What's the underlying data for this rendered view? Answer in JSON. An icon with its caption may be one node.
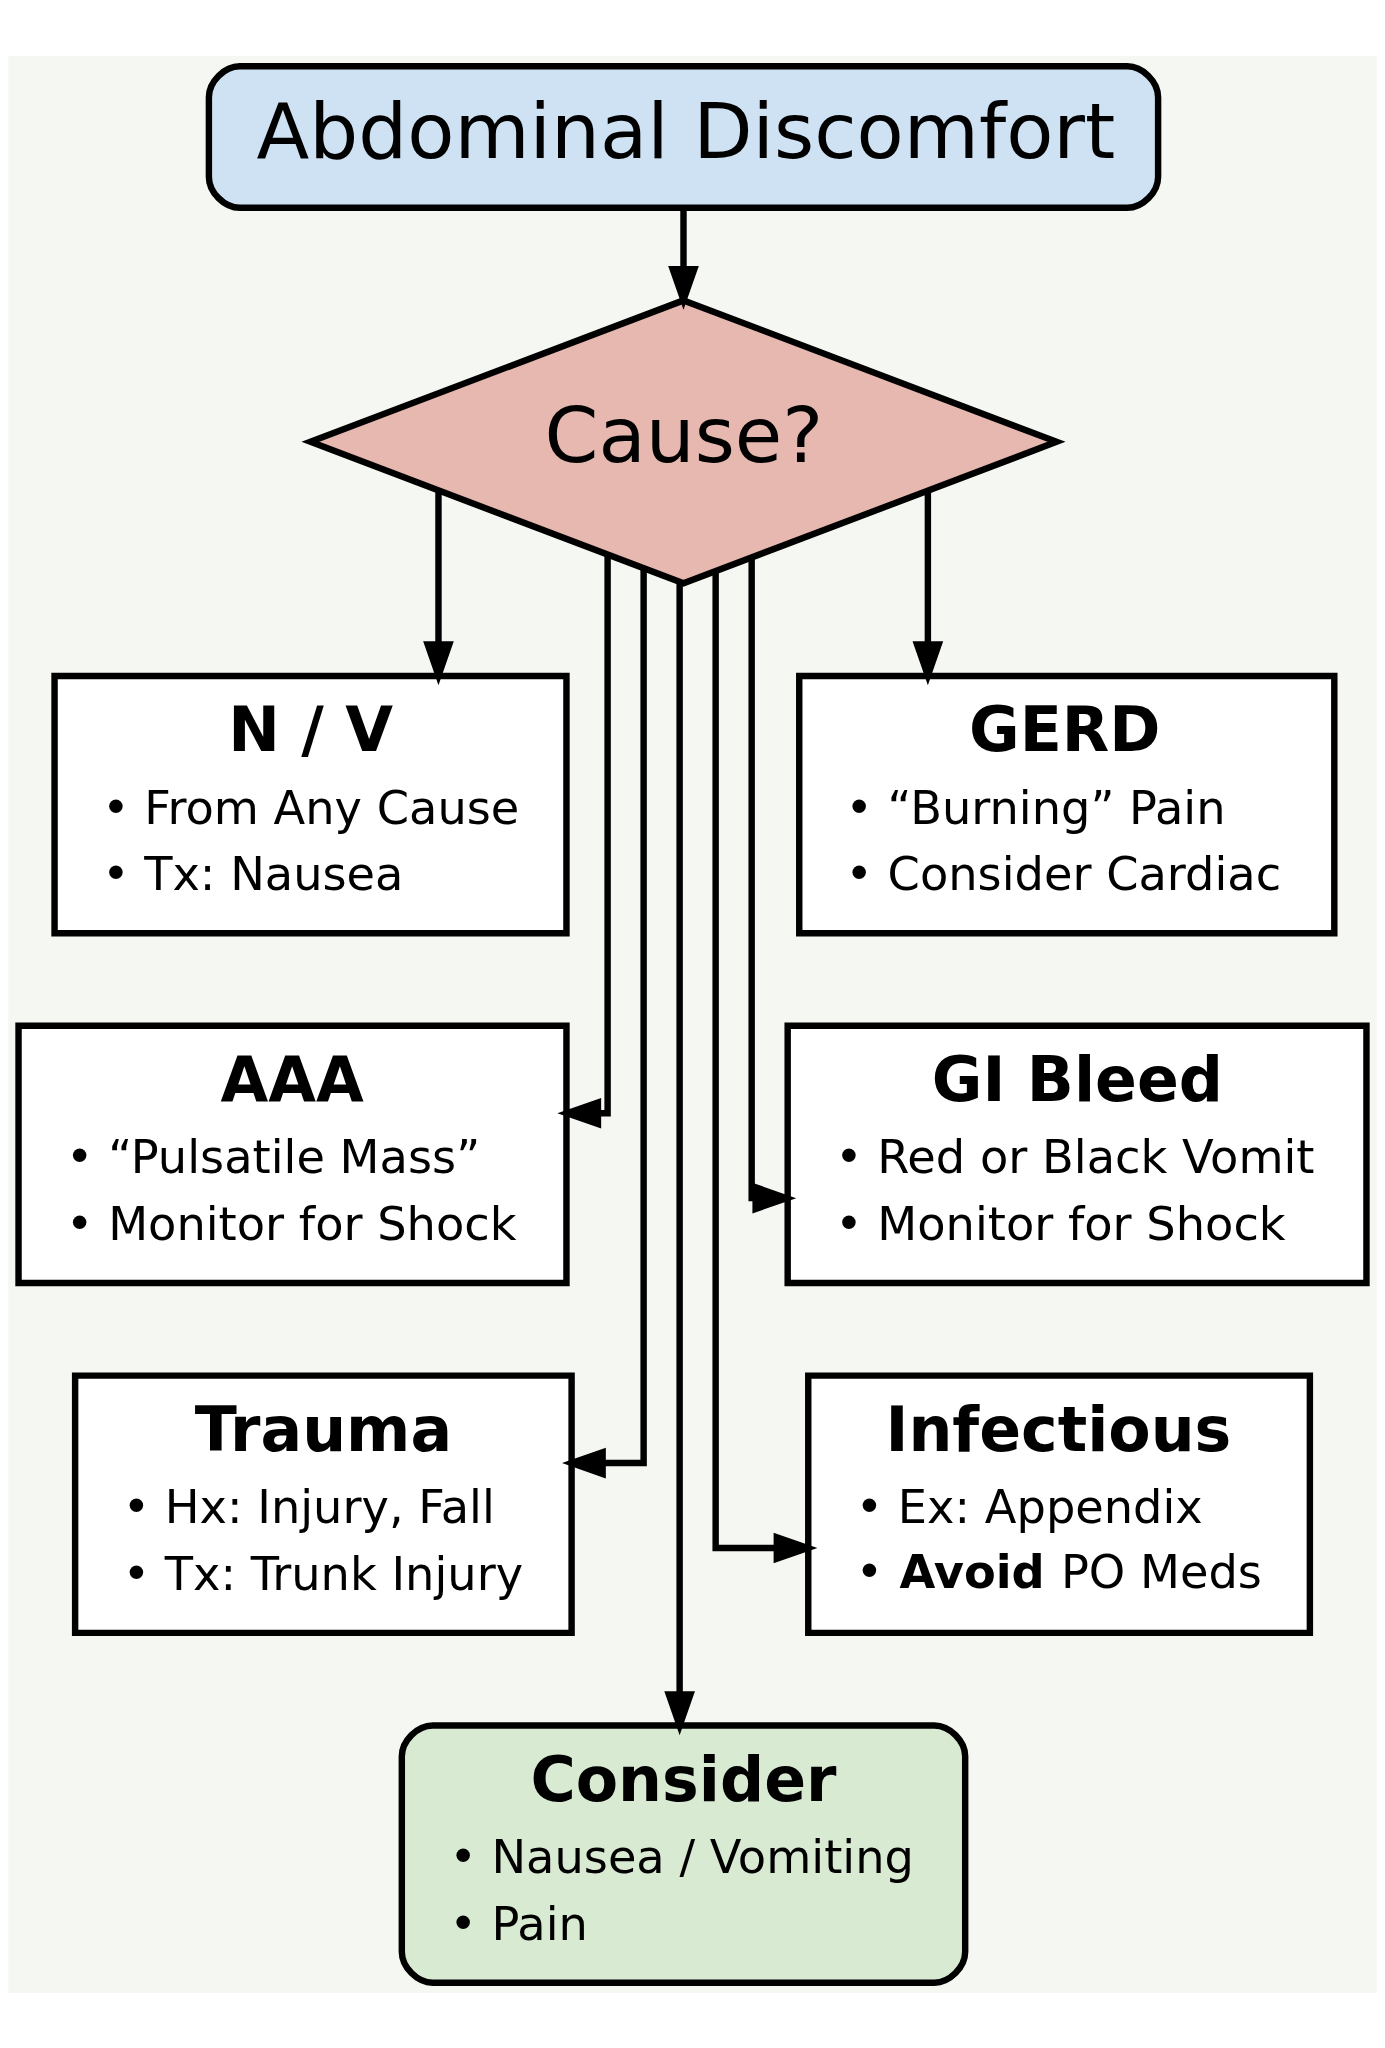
{
  "diagram": {
    "nodes": [
      {
        "text": [
          "Abdominal Discomfort"
        ]
      },
      {
        "text": [
          "Cause?"
        ]
      },
      {
        "text": [
          "N / V",
          "• From Any Cause",
          "• Tx: Nausea"
        ]
      },
      {
        "text": [
          "GERD",
          "• “Burning” Pain",
          "• Consider Cardiac"
        ]
      },
      {
        "text": [
          "AAA",
          "• “Pulsatile Mass”",
          "• Monitor for Shock"
        ]
      },
      {
        "text": [
          "GI Bleed",
          "• Red or Black Vomit",
          "• Monitor for Shock"
        ]
      },
      {
        "text": [
          "Trauma",
          "• Hx: Injury, Fall",
          "• Tx: Trunk Injury"
        ]
      },
      {
        "text": [
          "Infectious",
          "• Ex: Appendix",
          "• **Avoid** PO Meds"
        ]
      },
      {
        "text": [
          "Consider",
          "• Nausea / Vomiting",
          "• Pain"
        ]
      }
    ],
    "edges": [
      {
        "from": 0,
        "to": 1,
        "arrow": "to"
      },
      {
        "from": 1,
        "to": 2,
        "arrow": "to"
      },
      {
        "from": 1,
        "to": 3,
        "arrow": "to"
      },
      {
        "from": 1,
        "to": 4,
        "arrow": "to"
      },
      {
        "from": 1,
        "to": 5,
        "arrow": "to"
      },
      {
        "from": 1,
        "to": 6,
        "arrow": "to"
      },
      {
        "from": 1,
        "to": 7,
        "arrow": "to"
      },
      {
        "from": 1,
        "to": 8,
        "arrow": "to"
      }
    ]
  }
}
